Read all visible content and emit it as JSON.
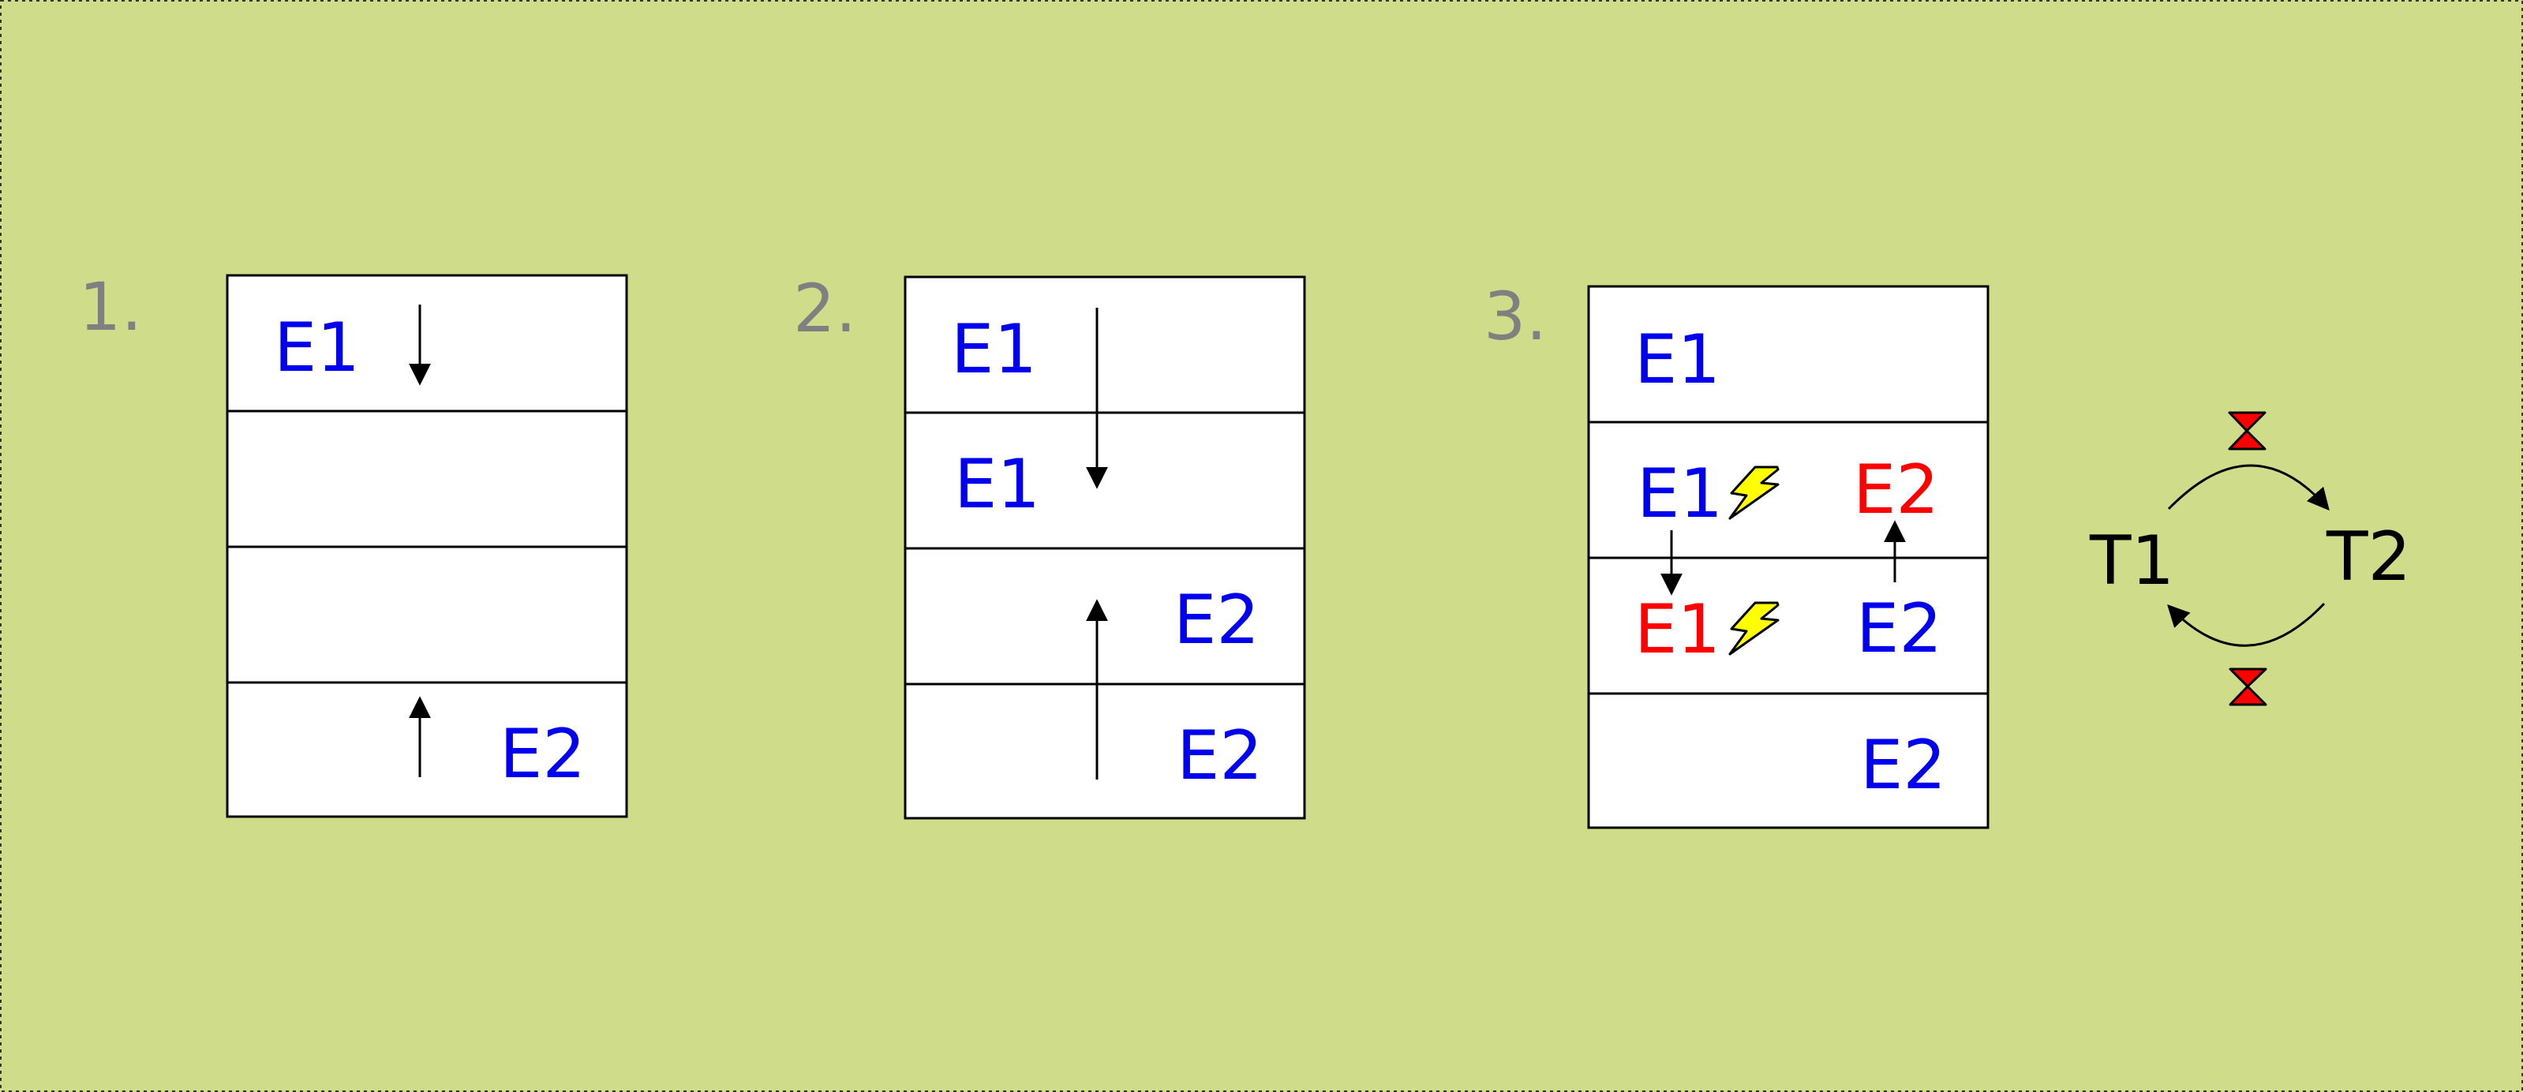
{
  "steps": [
    "1.",
    "2.",
    "3."
  ],
  "panel1": {
    "e1": "E1",
    "e2": "E2"
  },
  "panel2": {
    "e1_top": "E1",
    "e1_second": "E1",
    "e2_third": "E2",
    "e2_bottom": "E2"
  },
  "panel3": {
    "row1_e1": "E1",
    "row2_e1": "E1",
    "row2_e2": "E2",
    "row3_e1": "E1",
    "row3_e2": "E2",
    "row4_e2": "E2"
  },
  "cycle": {
    "t1": "T1",
    "t2": "T2"
  },
  "colors": {
    "background": "#cfdd8b",
    "entity_blue": "#0000ee",
    "entity_red": "#ff0000",
    "conflict_bolt": "#ffff00",
    "step_grey": "#808080"
  }
}
